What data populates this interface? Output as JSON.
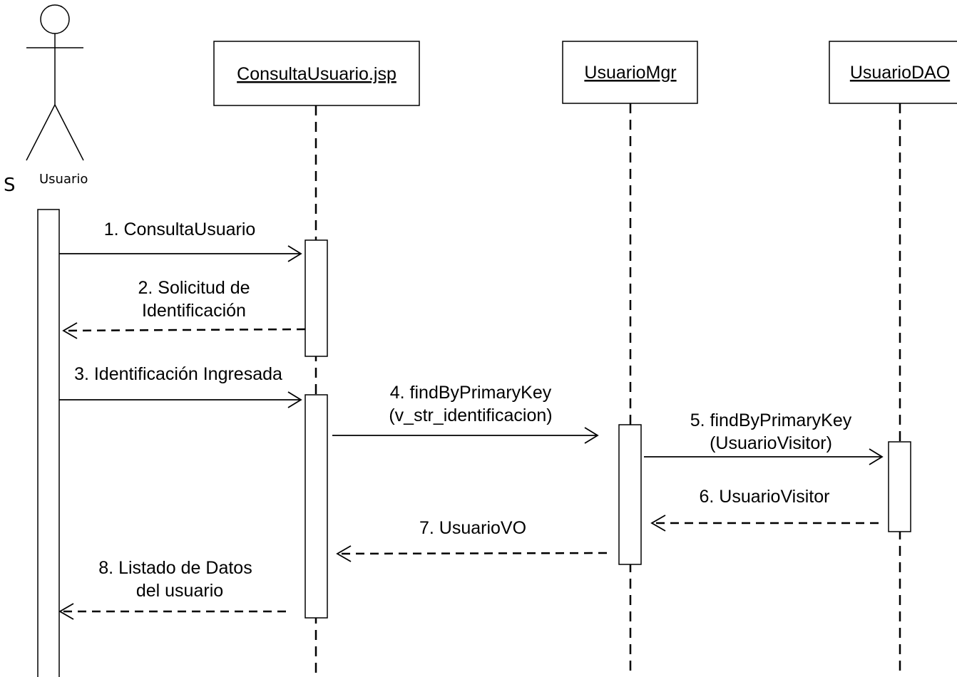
{
  "diagram": {
    "type": "sequence",
    "actor": {
      "label": "Usuario",
      "stray_glyph": "S"
    },
    "participants": {
      "jsp": "ConsultaUsuario.jsp",
      "mgr": "UsuarioMgr",
      "dao": "UsuarioDAO"
    },
    "messages": {
      "m1": {
        "lines": [
          "1. ConsultaUsuario"
        ],
        "kind": "call"
      },
      "m2": {
        "lines": [
          "2. Solicitud de",
          "Identificación"
        ],
        "kind": "return"
      },
      "m3": {
        "lines": [
          "3. Identificación Ingresada"
        ],
        "kind": "call"
      },
      "m4": {
        "lines": [
          "4. findByPrimaryKey",
          "(v_str_identificacion)"
        ],
        "kind": "call"
      },
      "m5": {
        "lines": [
          "5. findByPrimaryKey",
          "(UsuarioVisitor)"
        ],
        "kind": "call"
      },
      "m6": {
        "lines": [
          "6. UsuarioVisitor"
        ],
        "kind": "return"
      },
      "m7": {
        "lines": [
          "7. UsuarioVO"
        ],
        "kind": "return"
      },
      "m8": {
        "lines": [
          "8. Listado de Datos",
          "del usuario"
        ],
        "kind": "return"
      }
    }
  }
}
